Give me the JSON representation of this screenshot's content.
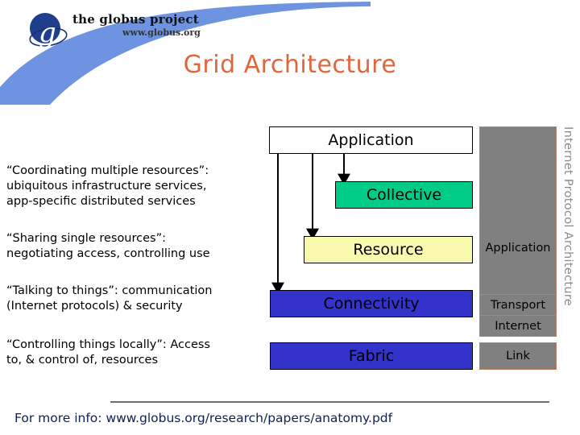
{
  "slide": {
    "title": "Grid Architecture",
    "title_color": "#E2663C"
  },
  "logo": {
    "name": "the globus project",
    "url": "www.globus.org",
    "mark_letter": "g",
    "mark_color": "#1F3E8C"
  },
  "descriptions": [
    {
      "line1": "“Coordinating multiple resources”:",
      "line2": "ubiquitous infrastructure services,",
      "line3": "app-specific distributed services"
    },
    {
      "line1": "“Sharing single resources”:",
      "line2": "negotiating access, controlling use",
      "line3": ""
    },
    {
      "line1": "“Talking to things”: communication",
      "line2": "(Internet protocols) & security",
      "line3": ""
    },
    {
      "line1": "“Controlling things locally”: Access",
      "line2": "to, & control of, resources",
      "line3": ""
    }
  ],
  "grid_stack": {
    "application": {
      "label": "Application",
      "color": "#ffffff"
    },
    "collective": {
      "label": "Collective",
      "color": "#00CC88"
    },
    "resource": {
      "label": "Resource",
      "color": "#FAFAAF"
    },
    "connectivity": {
      "label": "Connectivity",
      "color": "#3333CC"
    },
    "fabric": {
      "label": "Fabric",
      "color": "#3333CC"
    }
  },
  "ip_stack": {
    "vertical_label": "Internet Protocol Architecture",
    "vertical_label_color": "#8a8a8a",
    "box_color": "#808080",
    "border_color": "#C08060",
    "layers": [
      {
        "label": "Application"
      },
      {
        "label": "Transport"
      },
      {
        "label": "Internet"
      },
      {
        "label": "Link"
      }
    ]
  },
  "footer": {
    "text": "For more info: www.globus.org/research/papers/anatomy.pdf",
    "color": "#102050"
  }
}
